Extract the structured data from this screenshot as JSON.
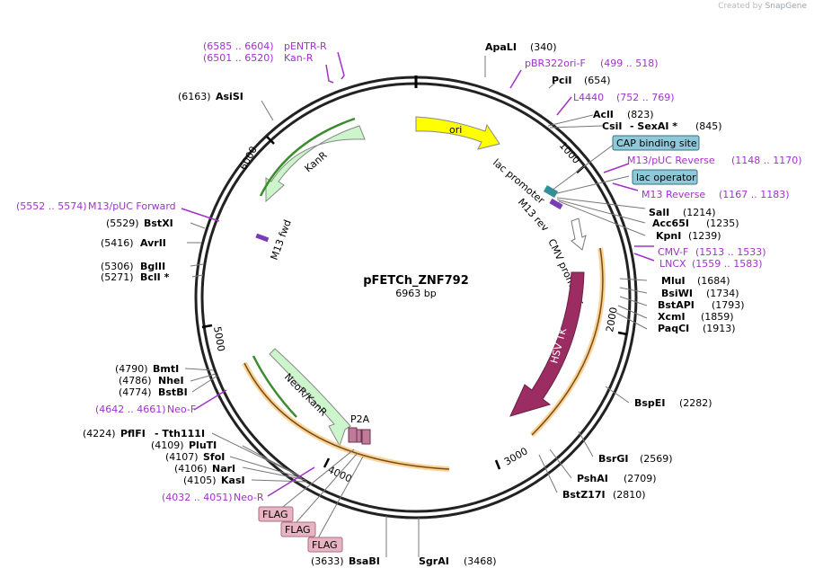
{
  "credit": {
    "prefix": "Created by",
    "brand": "SnapGene"
  },
  "plasmid": {
    "name": "pFETCh_ZNF792",
    "length_label": "6963 bp"
  },
  "ticks": [
    "1000",
    "2000",
    "3000",
    "4000",
    "5000",
    "6000"
  ],
  "enzymes_right": [
    {
      "name": "ApaLI",
      "pos": "(340)"
    },
    {
      "name": "PciI",
      "pos": "(654)"
    },
    {
      "name": "AclI",
      "pos": "(823)"
    },
    {
      "name": "CsiI",
      "pos": "- SexAI *",
      "extra": "(845)"
    },
    {
      "name": "SalI",
      "pos": "(1214)"
    },
    {
      "name": "Acc65I",
      "pos": "(1235)"
    },
    {
      "name": "KpnI",
      "pos": "(1239)"
    },
    {
      "name": "MluI",
      "pos": "(1684)"
    },
    {
      "name": "BsiWI",
      "pos": "(1734)"
    },
    {
      "name": "BstAPI",
      "pos": "(1793)"
    },
    {
      "name": "XcmI",
      "pos": "(1859)"
    },
    {
      "name": "PaqCI",
      "pos": "(1913)"
    },
    {
      "name": "BspEI",
      "pos": "(2282)"
    },
    {
      "name": "BsrGI",
      "pos": "(2569)"
    },
    {
      "name": "PshAI",
      "pos": "(2709)"
    },
    {
      "name": "BstZ17I",
      "pos": "(2810)"
    },
    {
      "name": "SgrAI",
      "pos": "(3468)"
    }
  ],
  "enzymes_left": [
    {
      "name": "AsiSI",
      "pos": "(6163)"
    },
    {
      "name": "BstXI",
      "pos": "(5529)"
    },
    {
      "name": "AvrII",
      "pos": "(5416)"
    },
    {
      "name": "BglII",
      "pos": "(5306)"
    },
    {
      "name": "BclI *",
      "pos": "(5271)"
    },
    {
      "name": "BmtI",
      "pos": "(4790)"
    },
    {
      "name": "NheI",
      "pos": "(4786)"
    },
    {
      "name": "BstBI",
      "pos": "(4774)"
    },
    {
      "name": "PflFI",
      "pos": "(4224)",
      "extra": "- Tth111I"
    },
    {
      "name": "PluTI",
      "pos": "(4109)"
    },
    {
      "name": "SfoI",
      "pos": "(4107)"
    },
    {
      "name": "NarI",
      "pos": "(4106)"
    },
    {
      "name": "KasI",
      "pos": "(4105)"
    },
    {
      "name": "BsaBI",
      "pos": "(3633)"
    }
  ],
  "primers": [
    {
      "range": "(6585 .. 6604)",
      "name": "pENTR-R"
    },
    {
      "range": "(6501 .. 6520)",
      "name": "Kan-R"
    },
    {
      "name": "pBR322ori-F",
      "range": "(499 .. 518)"
    },
    {
      "name": "L4440",
      "range": "(752 .. 769)"
    },
    {
      "name": "M13/pUC Reverse",
      "range": "(1148 .. 1170)"
    },
    {
      "name": "M13 Reverse",
      "range": "(1167 .. 1183)"
    },
    {
      "name": "CMV-F",
      "range": "(1513 .. 1533)"
    },
    {
      "name": "LNCX",
      "range": "(1559 .. 1583)"
    },
    {
      "range": "(5552 .. 5574)",
      "name": "M13/pUC Forward"
    },
    {
      "range": "(4642 .. 4661)",
      "name": "Neo-F"
    },
    {
      "range": "(4032 .. 4051)",
      "name": "Neo-R"
    }
  ],
  "boxes": {
    "cap": "CAP binding site",
    "lacop": "lac operator"
  },
  "features": {
    "ori": "ori",
    "kanr": "KanR",
    "lac_promoter": "lac promoter",
    "m13rev": "M13 rev",
    "cmv": "CMV promoter",
    "hsvtk": "HSV TK",
    "neokanr": "NeoR/KanR",
    "p2a": "P2A",
    "m13fwd": "M13 fwd",
    "flag": [
      "FLAG",
      "FLAG",
      "FLAG"
    ]
  },
  "colors": {
    "ori": "#ffff00",
    "kanr": "#ccf5cc",
    "hsvtk": "#9b2d63",
    "primer": "#a032c8",
    "box": "#8fc9d9",
    "orf": "#f5a623",
    "flag": "#e8b4c4"
  }
}
